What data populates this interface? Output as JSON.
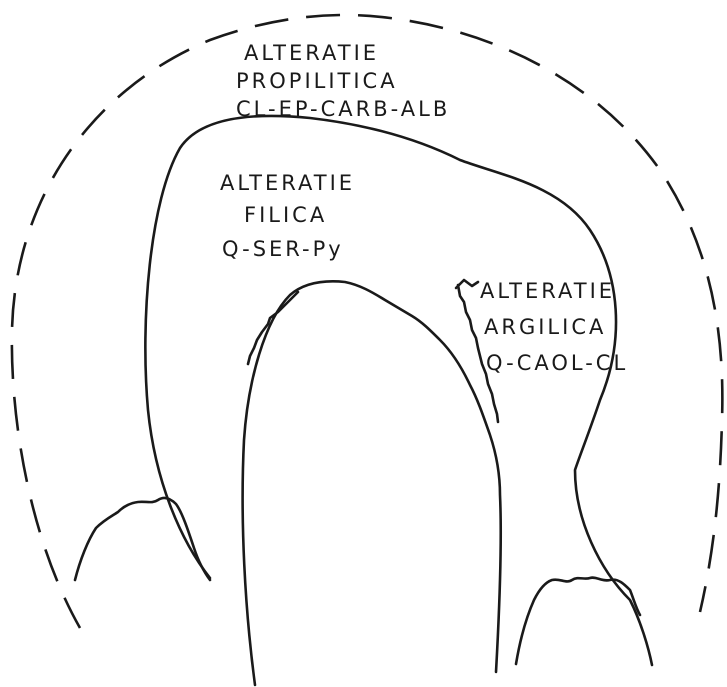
{
  "zones": {
    "propilitica": {
      "line1": "ALTERATIE",
      "line2": "PROPILITICA",
      "line3": "CL-EP-CARB-ALB"
    },
    "filica": {
      "line1": "ALTERATIE",
      "line2": "FILICA",
      "line3": "Q-SER-Py"
    },
    "argilica": {
      "line1": "ALTERATIE",
      "line2": "ARGILICA",
      "line3": "Q-CAOL-CL"
    }
  }
}
